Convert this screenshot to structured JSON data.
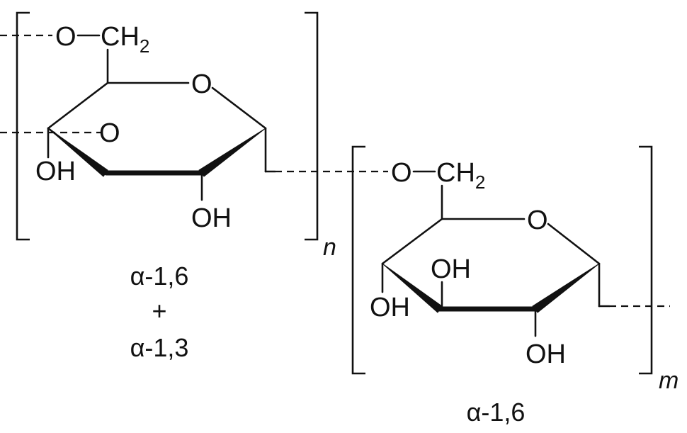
{
  "unit_left": {
    "ring_oxygen": "O",
    "c6_group": {
      "oxygen": "O",
      "carbon": "CH",
      "subscript": "2"
    },
    "c3_oxygen": "O",
    "hydroxyls": [
      "OH",
      "OH"
    ],
    "repeat_index": "n",
    "linkage_caption": {
      "line1": "α-1,6",
      "line2": "+",
      "line3": "α-1,3"
    }
  },
  "unit_right": {
    "ring_oxygen": "O",
    "c6_group": {
      "oxygen": "O",
      "carbon": "CH",
      "subscript": "2"
    },
    "hydroxyls": [
      "OH",
      "OH",
      "OH"
    ],
    "repeat_index": "m",
    "linkage_caption": "α-1,6"
  }
}
